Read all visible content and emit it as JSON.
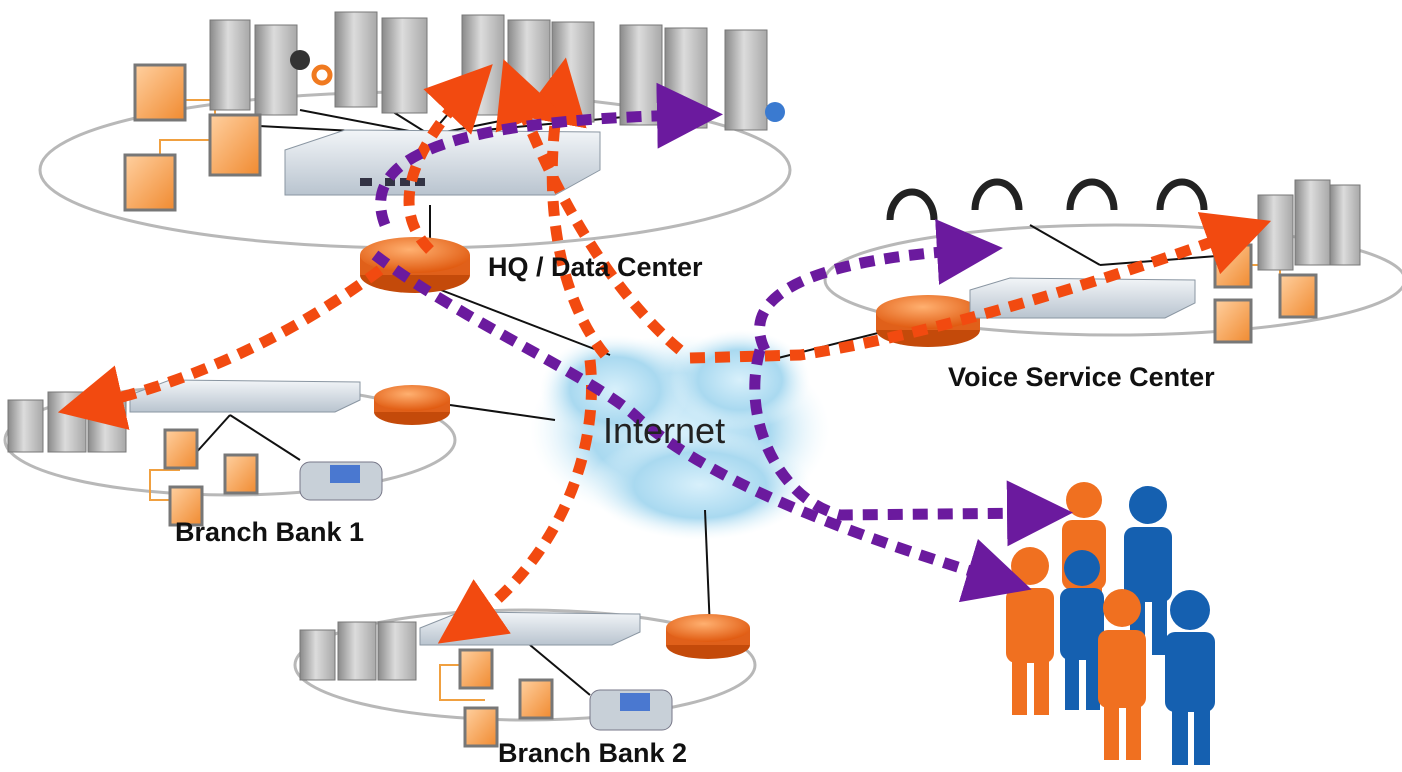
{
  "labels": {
    "hq": "HQ / Data Center",
    "voice": "Voice Service Center",
    "branch1": "Branch Bank 1",
    "branch2": "Branch Bank 2",
    "cloud": "Internet"
  },
  "colors": {
    "orange_flow": "#f24a10",
    "purple_flow": "#6b1a9e",
    "router": "#f27a2a",
    "person_orange": "#f07020",
    "person_blue": "#1560b0"
  }
}
